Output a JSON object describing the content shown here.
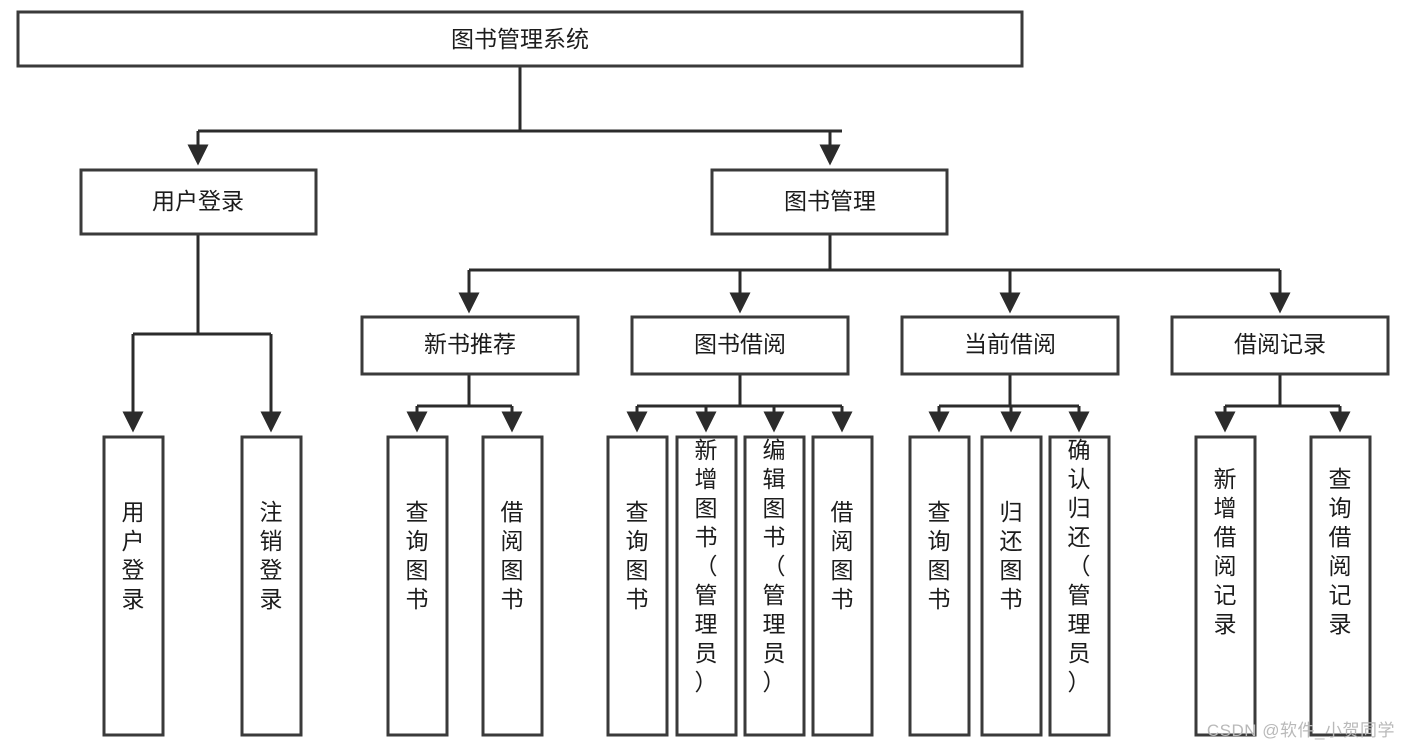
{
  "diagram": {
    "type": "tree-hierarchy-chart",
    "title_node": {
      "id": "root",
      "label": "图书管理系统"
    },
    "level2": [
      {
        "id": "user-login",
        "label": "用户登录"
      },
      {
        "id": "book-management",
        "label": "图书管理"
      }
    ],
    "level3": [
      {
        "id": "new-book-recommend",
        "label": "新书推荐",
        "parent": "book-management"
      },
      {
        "id": "book-borrow",
        "label": "图书借阅",
        "parent": "book-management"
      },
      {
        "id": "current-borrow",
        "label": "当前借阅",
        "parent": "book-management"
      },
      {
        "id": "borrow-record",
        "label": "借阅记录",
        "parent": "book-management"
      }
    ],
    "leaves": [
      {
        "id": "leaf-user-login",
        "label": "用户登录",
        "parent": "user-login"
      },
      {
        "id": "leaf-logout-login",
        "label": "注销登录",
        "parent": "user-login"
      },
      {
        "id": "leaf-query-book-1",
        "label": "查询图书",
        "parent": "new-book-recommend"
      },
      {
        "id": "leaf-borrow-book-1",
        "label": "借阅图书",
        "parent": "new-book-recommend"
      },
      {
        "id": "leaf-query-book-2",
        "label": "查询图书",
        "parent": "book-borrow"
      },
      {
        "id": "leaf-add-book",
        "label": "新增图书（管理员）",
        "parent": "book-borrow"
      },
      {
        "id": "leaf-edit-book",
        "label": "编辑图书（管理员）",
        "parent": "book-borrow"
      },
      {
        "id": "leaf-borrow-book-2",
        "label": "借阅图书",
        "parent": "book-borrow"
      },
      {
        "id": "leaf-query-book-3",
        "label": "查询图书",
        "parent": "current-borrow"
      },
      {
        "id": "leaf-return-book",
        "label": "归还图书",
        "parent": "current-borrow"
      },
      {
        "id": "leaf-confirm-return",
        "label": "确认归还（管理员）",
        "parent": "current-borrow"
      },
      {
        "id": "leaf-add-record",
        "label": "新增借阅记录",
        "parent": "borrow-record"
      },
      {
        "id": "leaf-query-record",
        "label": "查询借阅记录",
        "parent": "borrow-record"
      }
    ],
    "colors": {
      "node_fill": "#ffffff",
      "node_stroke": "#3a3a3a",
      "connector": "#2b2b2b",
      "text": "#1c1c1c",
      "background": "#ffffff",
      "watermark": "#b9b9b9"
    }
  },
  "watermark": {
    "text": "CSDN @软件_小贺同学"
  }
}
